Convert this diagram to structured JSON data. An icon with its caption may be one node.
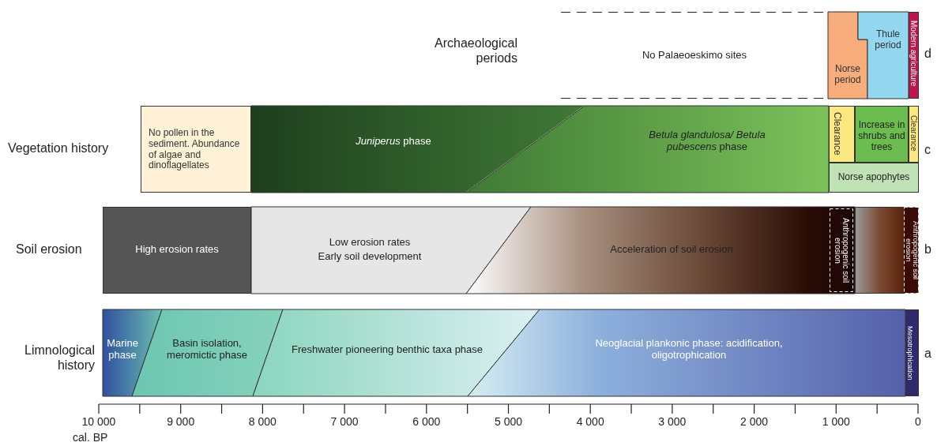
{
  "diagram": {
    "nodes": [
      {
        "text": [
          "No Palaeoeskimo sites"
        ]
      },
      {
        "text": [
          "Norse period"
        ]
      },
      {
        "text": [
          "Thule period"
        ]
      },
      {
        "text": [
          "Modern agriculture"
        ]
      },
      {
        "text": [
          "No pollen in the sediment. Abundance of algae and dinoflagellates"
        ]
      },
      {
        "text": [
          "*Juniperus* phase"
        ]
      },
      {
        "text": [
          "*Betula glandulosa/ Betula pubescens* phase"
        ]
      },
      {
        "text": [
          "Clearance"
        ]
      },
      {
        "text": [
          "Increase in shrubs and trees"
        ]
      },
      {
        "text": [
          "Clearance"
        ]
      },
      {
        "text": [
          "Norse apophytes"
        ]
      },
      {
        "text": [
          "High erosion rates"
        ]
      },
      {
        "text": [
          "Low erosion rates",
          "Early soil development"
        ]
      },
      {
        "text": [
          "Acceleration of soil erosion"
        ]
      },
      {
        "text": [
          "Anthropogenic soil erosion"
        ],
        "in": 13
      },
      {
        "text": [],
        "shape": "bar"
      },
      {
        "text": [
          "Anthropogenic soil erosion"
        ]
      },
      {
        "text": [
          "Marine phase"
        ]
      },
      {
        "text": [
          "Basin isolation, meromictic phase"
        ]
      },
      {
        "text": [
          "Freshwater pioneering benthic taxa phase"
        ]
      },
      {
        "text": [
          "Neoglacial plankonic phase: acidification, oligotrophication"
        ]
      },
      {
        "text": [
          "Mesotrophication"
        ]
      }
    ],
    "edges": [],
    "labels": [
      "Archaeological periods",
      "d",
      "Vegetation history",
      "c",
      "Soil erosion",
      "b",
      "Limnological history",
      "a",
      "10 000",
      "9 000",
      "8 000",
      "7 000",
      "6 000",
      "5 000",
      "4 000",
      "3 000",
      "2 000",
      "1 000",
      "0",
      "cal. BP"
    ]
  }
}
